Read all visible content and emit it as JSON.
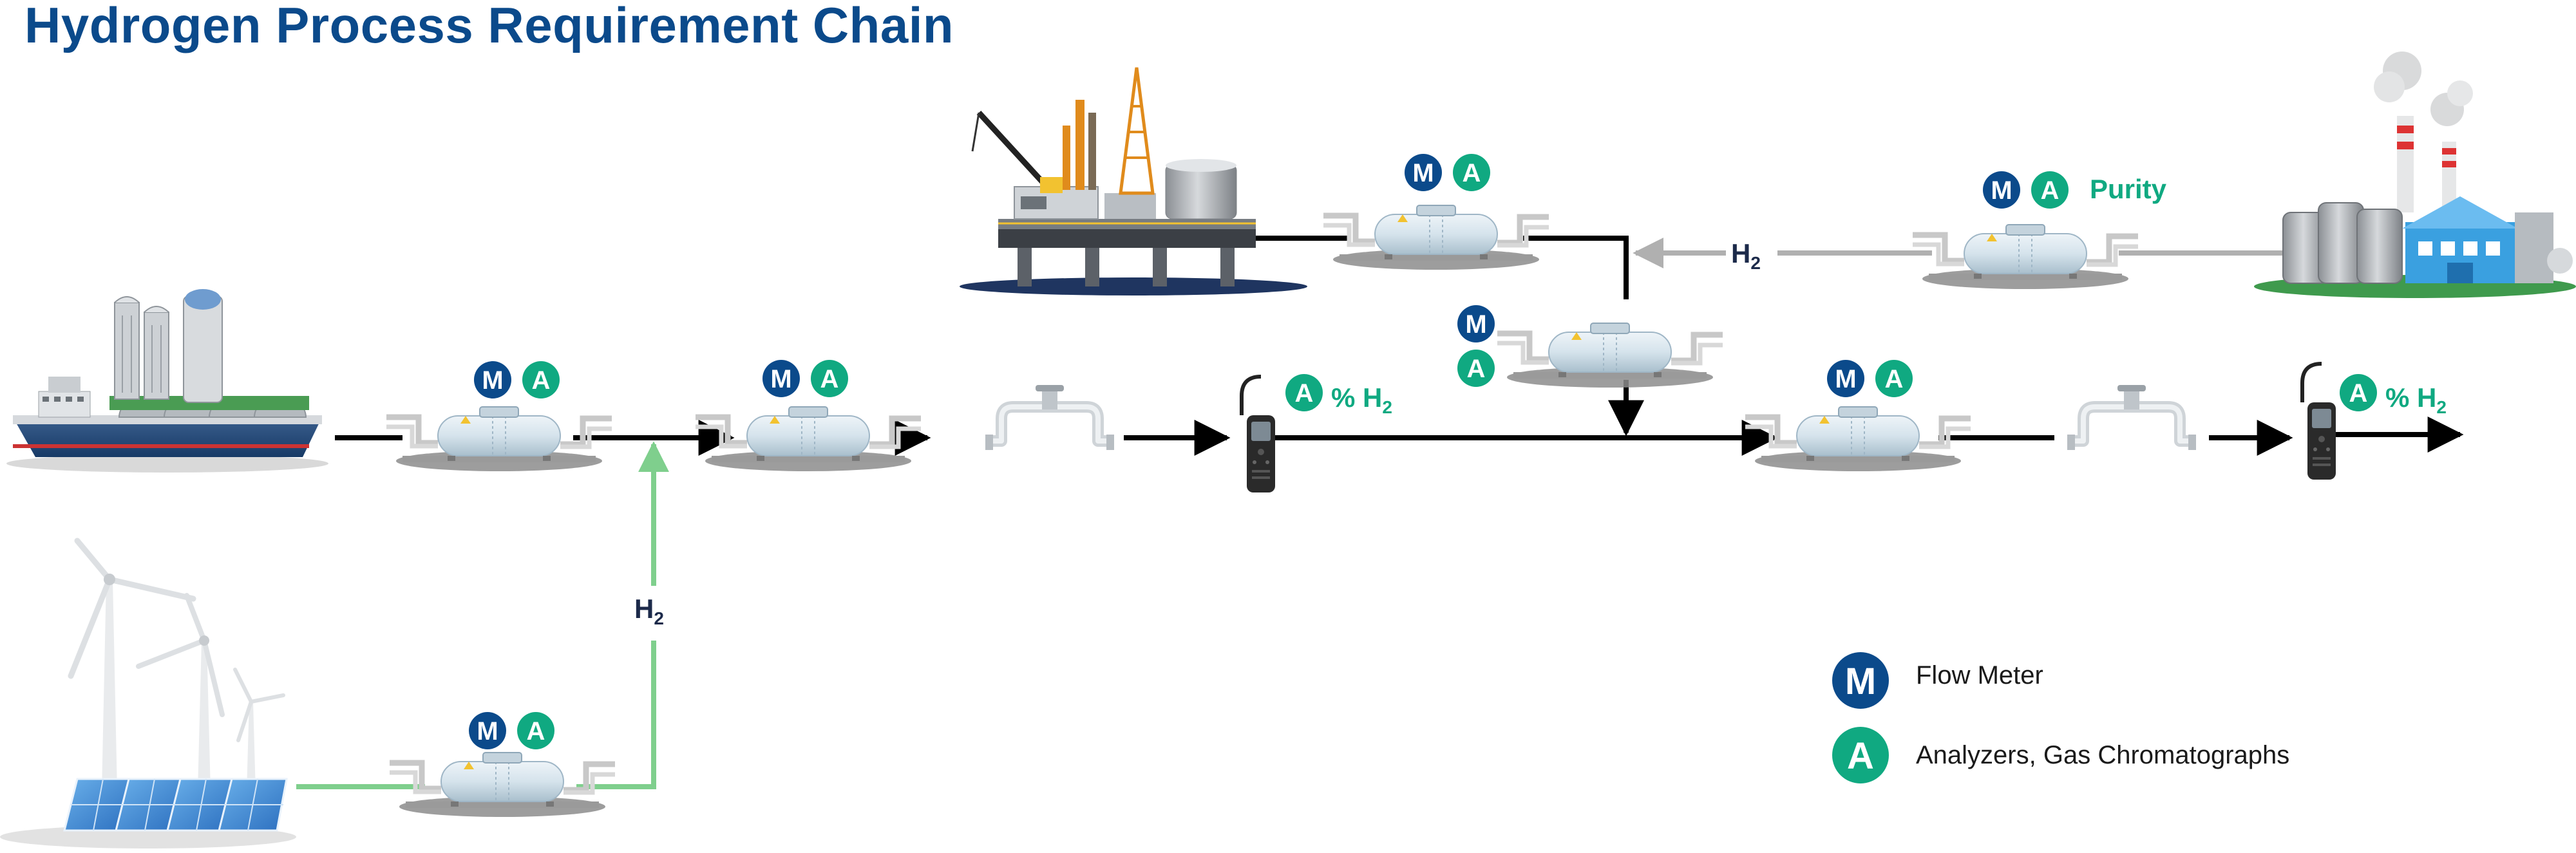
{
  "title": "Hydrogen Process Requirement Chain",
  "badges": {
    "meter_letter": "M",
    "analyzer_letter": "A"
  },
  "labels": {
    "h2_symbol": "H",
    "h2_subscript": "2",
    "purity": "Purity",
    "percent_h2_prefix": "% H",
    "percent_h2_subscript": "2"
  },
  "legend": {
    "flow_meter": "Flow Meter",
    "analyzers": "Analyzers, Gas Chromatographs"
  },
  "colors": {
    "meter_blue": "#0b4a8b",
    "analyzer_green": "#10a981",
    "title_blue": "#0b4a8b",
    "main_line": "#000000",
    "renewable_line": "#7fcf8d",
    "refinery_line": "#b0b0b0",
    "label_dark": "#1c2a4a",
    "ground_green": "#3f9a4d"
  },
  "icons": {
    "lng_ship": "lng-ship-icon",
    "offshore_platform": "offshore-platform-icon",
    "refinery": "refinery-icon",
    "wind_solar": "wind-solar-farm-icon",
    "skid": "metering-skid-icon",
    "valve": "pipe-valve-icon",
    "analyzer_device": "handheld-analyzer-icon"
  }
}
